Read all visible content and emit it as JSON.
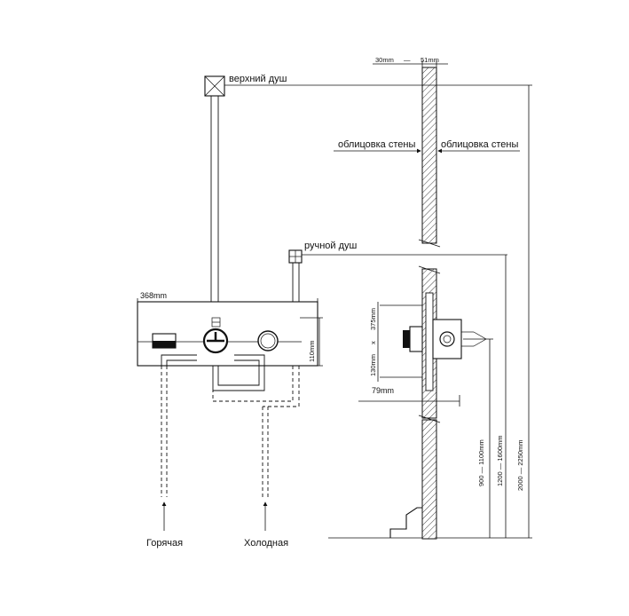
{
  "labels": {
    "top_shower": "верхний душ",
    "hand_shower": "ручной душ",
    "wall_finish_left": "облицовка стены",
    "wall_finish_right": "облицовка стены",
    "hot": "Горячая",
    "cold": "Холодная"
  },
  "dimensions": {
    "wall_min": "30mm",
    "wall_dash": "—",
    "wall_max": "51mm",
    "panel_width": "368mm",
    "panel_height": "110mm",
    "box_height": "375mm",
    "box_x": "x",
    "box_width": "130mm",
    "box_depth": "79mm",
    "h_hand_mixer": "900 — 1100mm",
    "h_hand_shower": "1200 — 1600mm",
    "h_top_shower": "2000 — 2250mm"
  }
}
